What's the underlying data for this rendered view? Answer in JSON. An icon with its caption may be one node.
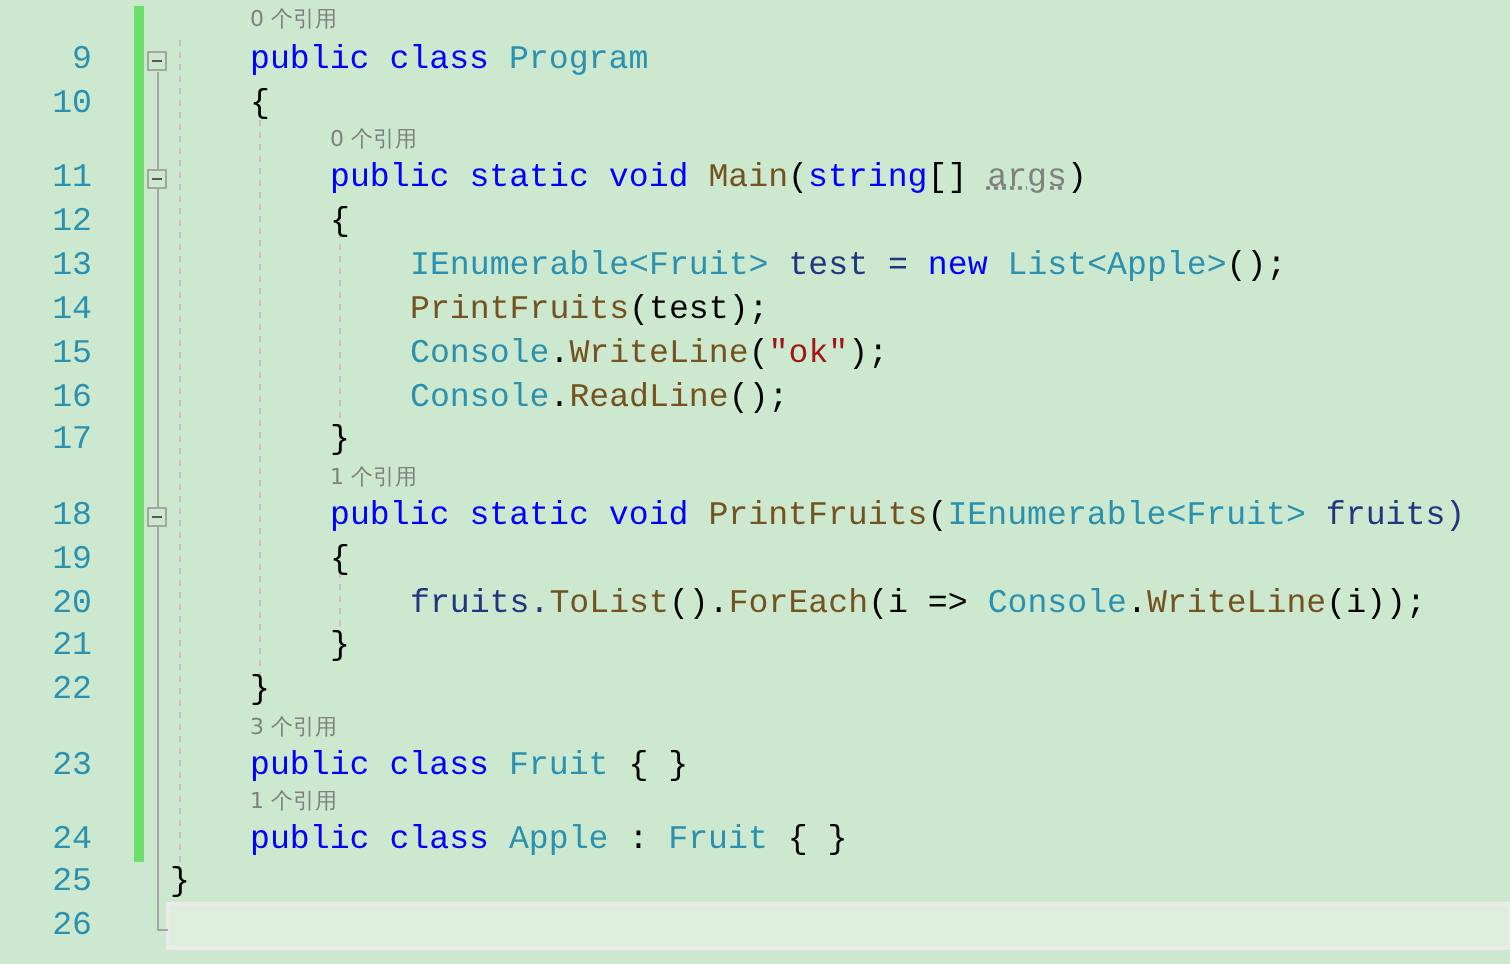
{
  "diagram": {
    "labels": [
      "0 个引用",
      "9",
      "public class",
      "Program",
      "10",
      "{",
      "0 个引用",
      "11",
      "public static void",
      "Main",
      "(",
      "string",
      "[]",
      "args",
      ")",
      "12",
      "{",
      "13",
      "IEnumerable<Fruit>",
      "test =",
      "new",
      "List<Apple>",
      "();",
      "14",
      "PrintFruits",
      "(test);",
      "15",
      "Console",
      ".",
      "WriteLine",
      "(",
      "\"ok\"",
      ");",
      "16",
      "Console",
      ".",
      "ReadLine",
      "();",
      "17",
      "}",
      "1 个引用",
      "18",
      "public static void",
      "PrintFruits",
      "(",
      "IEnumerable<Fruit>",
      "fruits)",
      "19",
      "{",
      "20",
      "fruits.",
      "ToList",
      "().",
      "ForEach",
      "(i =>",
      "Console",
      ".",
      "WriteLine",
      "(i));",
      "21",
      "}",
      "22",
      "}",
      "3 个引用",
      "23",
      "public class",
      "Fruit",
      "{ }",
      "1 个引用",
      "24",
      "public class",
      "Apple",
      ":",
      "Fruit",
      "{ }",
      "25",
      "}",
      "26"
    ]
  }
}
